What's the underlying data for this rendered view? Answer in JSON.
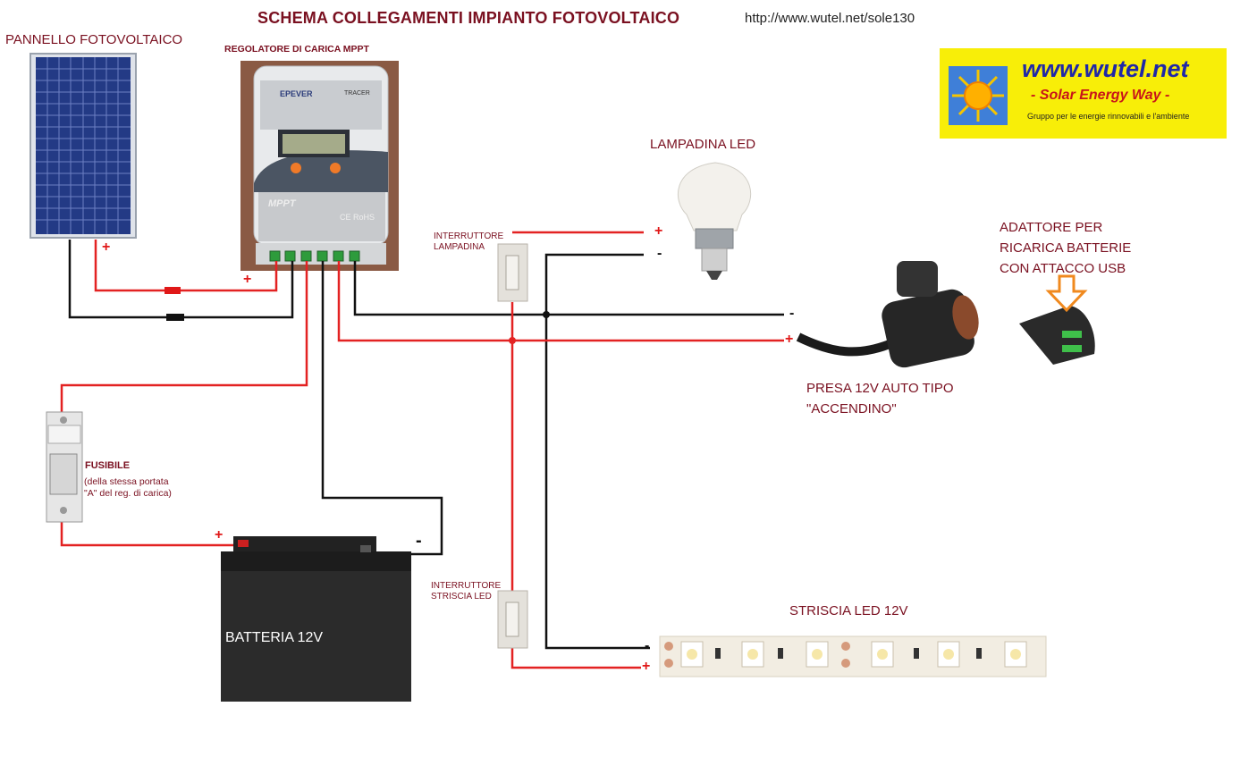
{
  "header": {
    "title": "SCHEMA COLLEGAMENTI IMPIANTO FOTOVOLTAICO",
    "url": "http://www.wutel.net/sole130"
  },
  "logo": {
    "url": "www.wutel.net",
    "slogan": "- Solar Energy Way -",
    "subtitle": "Gruppo per le energie rinnovabili e l'ambiente"
  },
  "components": {
    "panel": "PANNELLO FOTOVOLTAICO",
    "controller": "REGOLATORE DI CARICA MPPT",
    "controller_brand": "EPEVER",
    "controller_model": "TRACER",
    "controller_mppt": "MPPT",
    "controller_ce": "CE RoHS",
    "bulb": "LAMPADINA LED",
    "bulb_switch_line1": "INTERRUTTORE",
    "bulb_switch_line2": "LAMPADINA",
    "adapter_line1": "ADATTORE PER",
    "adapter_line2": "RICARICA BATTERIE",
    "adapter_line3": "CON ATTACCO USB",
    "socket_line1": "PRESA 12V AUTO TIPO",
    "socket_line2": "\"ACCENDINO\"",
    "fuse_title": "FUSIBILE",
    "fuse_note_line1": "(della stessa portata",
    "fuse_note_line2": "\"A\" del reg. di carica)",
    "battery": "BATTERIA 12V",
    "strip_switch_line1": "INTERRUTTORE",
    "strip_switch_line2": "STRISCIA LED",
    "strip": "STRISCIA LED 12V"
  },
  "polarity": {
    "plus": "+",
    "minus": "-"
  },
  "colors": {
    "positive_wire": "#e32222",
    "negative_wire": "#111111",
    "title": "#7a1020",
    "logo_bg": "#f8ee08",
    "logo_url": "#1f27a8",
    "logo_slogan": "#c8141a"
  },
  "icons": [
    "sun-icon",
    "down-arrow-icon"
  ]
}
